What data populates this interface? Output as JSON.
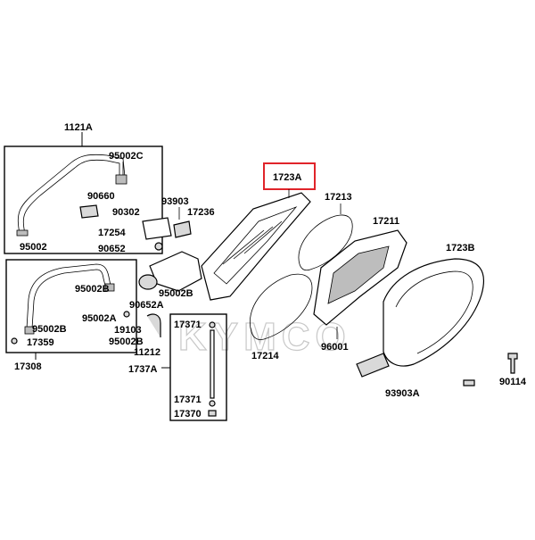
{
  "watermark": {
    "text": "KYMCO"
  },
  "colors": {
    "highlight": "#e0242a",
    "ink": "#000000",
    "shade": "#bdbdbd"
  },
  "groups": {
    "group_1121A": "1121A",
    "group_17308": "17308",
    "group_1737A": "1737A"
  },
  "labels": {
    "p1723A": "1723A",
    "p17213": "17213",
    "p17211": "17211",
    "p1723B": "1723B",
    "p95002C": "95002C",
    "p90660": "90660",
    "p95002_top": "95002",
    "p93903": "93903",
    "p90302": "90302",
    "p17236": "17236",
    "p17254": "17254",
    "p90652": "90652",
    "p95002B_left": "95002B",
    "p95002B_mid": "95002B",
    "p90652A": "90652A",
    "p95002A": "95002A",
    "p19103": "19103",
    "p95002B_low": "95002B",
    "p11212": "11212",
    "p95002B_box": "95002B",
    "p17359": "17359",
    "p17371_top": "17371",
    "p17371_bot": "17371",
    "p17370": "17370",
    "p17214": "17214",
    "p96001": "96001",
    "p93903A": "93903A",
    "p90114": "90114"
  }
}
